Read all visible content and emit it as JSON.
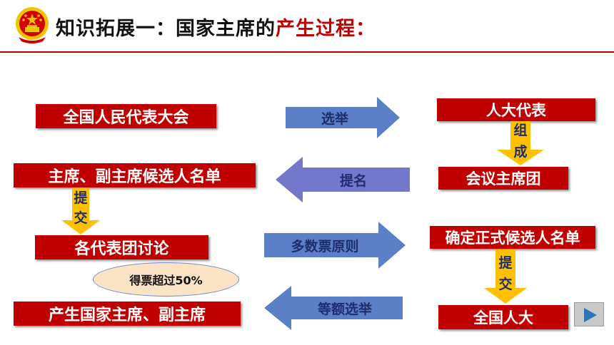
{
  "header": {
    "title_prefix": "知识拓展一：国家主席的",
    "title_highlight": "产生过程："
  },
  "left_boxes": {
    "npc": "全国人民代表大会",
    "candidates": "主席、副主席候选人名单",
    "delegation_discussion": "各代表团讨论",
    "result": "产生国家主席、副主席"
  },
  "right_boxes": {
    "deputies": "人大代表",
    "presidium": "会议主席团",
    "formal_candidates": "确定正式候选人名单",
    "npc_short": "全国人大"
  },
  "arrows": {
    "elect": "选举",
    "nominate": "提名",
    "majority": "多数票原则",
    "equal_election": "等额选举"
  },
  "down_arrows": {
    "form_1": "组",
    "form_2": "成",
    "submit_left_1": "提",
    "submit_left_2": "交",
    "submit_right_1": "提",
    "submit_right_2": "交"
  },
  "oval": "得票超过50%",
  "colors": {
    "box_red": "#c00000",
    "arrow_blue": "#5b80c8",
    "arrow_purple": "#7478cc",
    "down_arrow_yellow": "#ffc000"
  }
}
